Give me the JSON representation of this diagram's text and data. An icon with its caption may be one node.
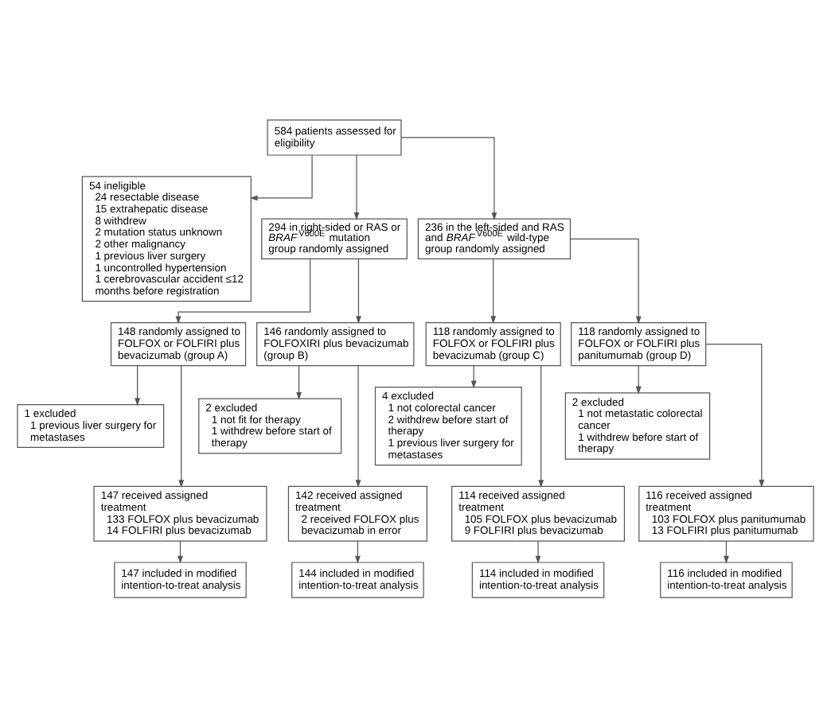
{
  "diagram": {
    "nodes": [
      {
        "text": [
          "584 patients assessed for eligibility"
        ]
      },
      {
        "text": [
          "54 ineligible",
          "24 resectable disease",
          "15 extrahepatic disease",
          "8 withdrew",
          "2 mutation status unknown",
          "2 other malignancy",
          "1 previous liver surgery",
          "1 uncontrolled hypertension",
          "1 cerebrovascular accident ≤12 months before registration"
        ]
      },
      {
        "text": [
          "294 in right-sided or RAS or *BRAF*$^{V600E}$ mutation group randomly assigned"
        ]
      },
      {
        "text": [
          "236 in the left-sided and RAS and *BRAF*$^{V600E}$ wild-type group randomly assigned"
        ]
      },
      {
        "text": [
          "148 randomly assigned to FOLFOX or FOLFIRI plus bevacizumab (group A)"
        ]
      },
      {
        "text": [
          "146 randomly assigned to FOLFOXIRI plus bevacizumab (group B)"
        ]
      },
      {
        "text": [
          "118 randomly assigned to FOLFOX or FOLFIRI plus bevacizumab (group C)"
        ]
      },
      {
        "text": [
          "118 randomly assigned to FOLFOX or FOLFIRI plus panitumumab (group D)"
        ]
      },
      {
        "text": [
          "1 excluded",
          "1 previous liver surgery for metastases"
        ]
      },
      {
        "text": [
          "2 excluded",
          "1 not fit for therapy",
          "1 withdrew before start of therapy"
        ]
      },
      {
        "text": [
          "4 excluded",
          "1 not colorectal cancer",
          "2 withdrew before start of therapy",
          "1 previous liver surgery for metastases"
        ]
      },
      {
        "text": [
          "2 excluded",
          "1 not metastatic colorectal cancer",
          "1 withdrew before start of therapy"
        ]
      },
      {
        "text": [
          "147 received assigned treatment",
          "133 FOLFOX plus bevacizumab",
          "14 FOLFIRI plus bevacizumab"
        ]
      },
      {
        "text": [
          "142 received assigned treatment",
          "2 received FOLFOX plus bevacizumab in error"
        ]
      },
      {
        "text": [
          "114 received assigned treatment",
          "105 FOLFOX plus bevacizumab",
          "9 FOLFIRI plus bevacizumab"
        ]
      },
      {
        "text": [
          "116 received assigned treatment",
          "103 FOLFOX plus panitumumab",
          "13 FOLFIRI plus panitumumab"
        ]
      },
      {
        "text": [
          "147 included in modified intention-to-treat analysis"
        ]
      },
      {
        "text": [
          "144 included in modified intention-to-treat analysis"
        ]
      },
      {
        "text": [
          "114 included in modified intention-to-treat analysis"
        ]
      },
      {
        "text": [
          "116 included in modified intention-to-treat analysis"
        ]
      }
    ],
    "edges": [
      {
        "from": 0,
        "to": 1,
        "arrow": "to"
      },
      {
        "from": 0,
        "to": 2,
        "arrow": "to"
      },
      {
        "from": 0,
        "to": 3,
        "arrow": "to"
      },
      {
        "from": 2,
        "to": 4,
        "arrow": "to"
      },
      {
        "from": 2,
        "to": 5,
        "arrow": "to"
      },
      {
        "from": 3,
        "to": 6,
        "arrow": "to"
      },
      {
        "from": 3,
        "to": 7,
        "arrow": "to"
      },
      {
        "from": 4,
        "to": 8,
        "arrow": "to"
      },
      {
        "from": 5,
        "to": 9,
        "arrow": "to"
      },
      {
        "from": 6,
        "to": 10,
        "arrow": "to"
      },
      {
        "from": 7,
        "to": 11,
        "arrow": "to"
      },
      {
        "from": 4,
        "to": 12,
        "arrow": "to"
      },
      {
        "from": 5,
        "to": 13,
        "arrow": "to"
      },
      {
        "from": 6,
        "to": 14,
        "arrow": "to"
      },
      {
        "from": 7,
        "to": 15,
        "arrow": "to"
      },
      {
        "from": 12,
        "to": 16,
        "arrow": "to"
      },
      {
        "from": 13,
        "to": 17,
        "arrow": "to"
      },
      {
        "from": 14,
        "to": 18,
        "arrow": "to"
      },
      {
        "from": 15,
        "to": 19,
        "arrow": "to"
      }
    ]
  }
}
